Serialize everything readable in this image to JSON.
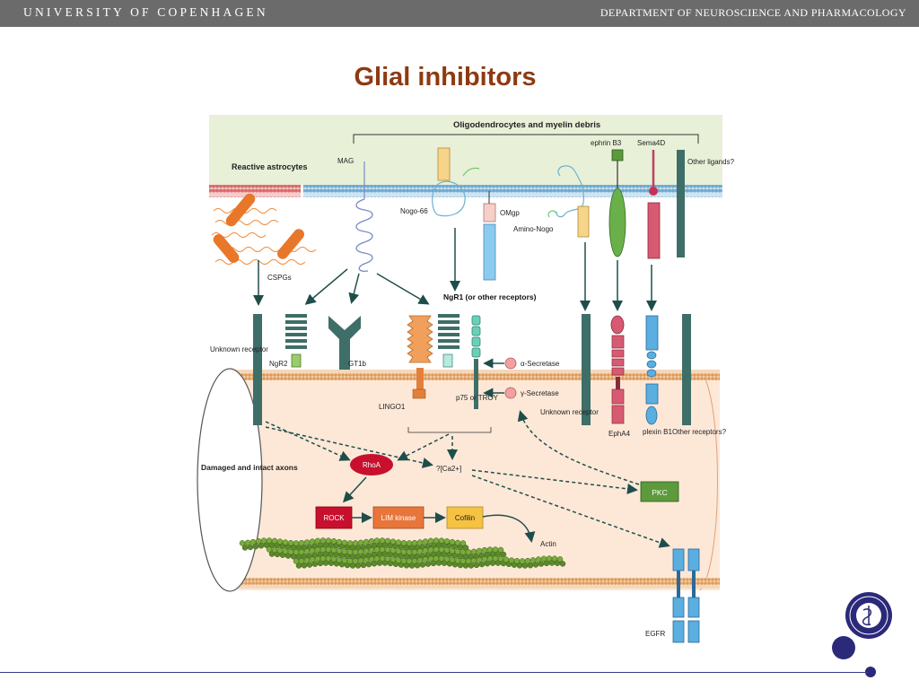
{
  "header": {
    "university": "UNIVERSITY OF COPENHAGEN",
    "department": "DEPARTMENT OF NEUROSCIENCE AND PHARMACOLOGY"
  },
  "slide": {
    "title": "Glial inhibitors"
  },
  "diagram": {
    "top_label": "Oligodendrocytes and myelin debris",
    "reactive_astrocytes": "Reactive astrocytes",
    "mag": "MAG",
    "nogo66": "Nogo-66",
    "omgp": "OMgp",
    "amino_nogo": "Amino-Nogo",
    "ephrin_b3": "ephrin B3",
    "sema4d": "Sema4D",
    "other_ligands": "Other ligands?",
    "cspgs": "CSPGs",
    "ngr1": "NgR1 (or other receptors)",
    "unknown_receptor_left": "Unknown receptor",
    "ngr2": "NgR2",
    "gt1b": "GT1b",
    "lingo1": "LINGO1",
    "p75": "p75 or TROY",
    "alpha_secretase": "α-Secretase",
    "gamma_secretase": "γ-Secretase",
    "unknown_receptor_right": "Unknown receptor",
    "epha4": "EphA4",
    "plexin_b1": "plexin B1",
    "other_receptors": "Other receptors?",
    "damaged_axons": "Damaged and intact axons",
    "rhoa": "RhoA",
    "ca2": "?[Ca2+]",
    "pkc": "PKC",
    "rock": "ROCK",
    "lim_kinase": "LIM kinase",
    "cofilin": "Cofilin",
    "actin": "Actin",
    "egfr": "EGFR"
  },
  "colors": {
    "title": "#8e3a12",
    "header_bar": "#6b6b6b",
    "top_band": "#e8f0d8",
    "membrane_blue": "#7fb6d8",
    "membrane_red": "#e07a7a",
    "axon_fill": "#fde8d8",
    "axon_membrane": "#e8a96a",
    "arrow": "#1f4e4a",
    "rhoa": "#c8102e",
    "rock": "#c8102e",
    "lim": "#e8753a",
    "cofilin": "#f5c242",
    "pkc": "#5c9a3c",
    "seal": "#2b2a7a"
  },
  "icons": {
    "seal": "university-seal-icon"
  }
}
